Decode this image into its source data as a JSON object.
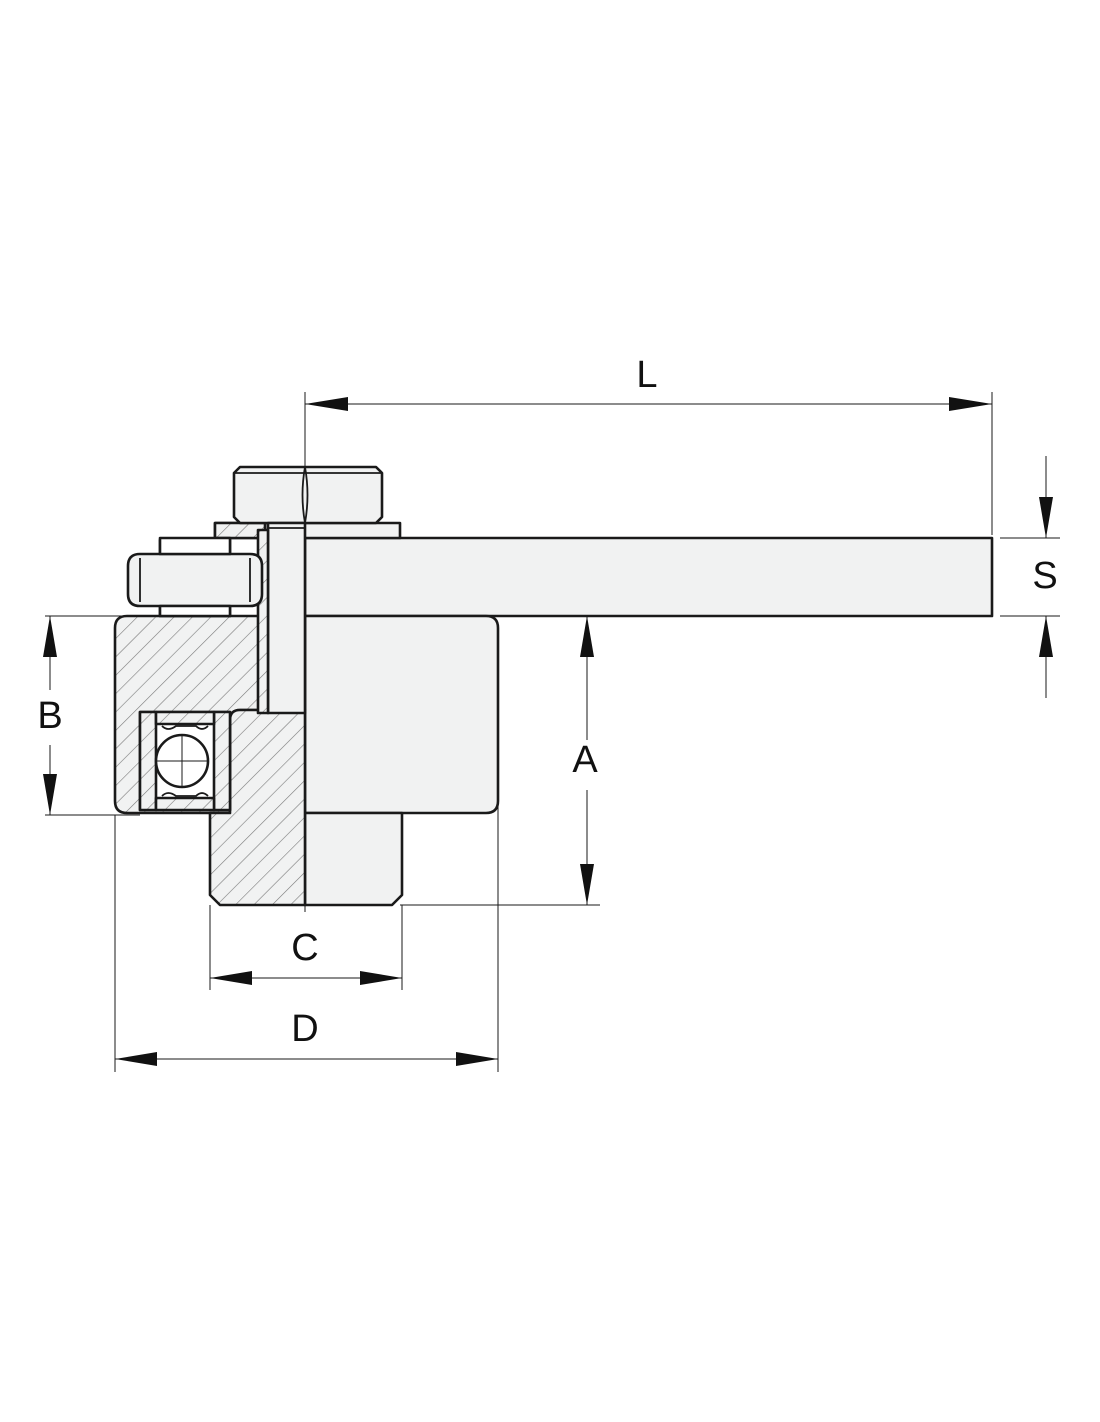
{
  "dimensions": {
    "L": "L",
    "S": "S",
    "A": "A",
    "B": "B",
    "C": "C",
    "D": "D"
  },
  "colors": {
    "line": "#1a1a1a",
    "part_fill": "#f1f2f2",
    "hatch_line": "#7a7a7a",
    "background": "#ffffff"
  }
}
